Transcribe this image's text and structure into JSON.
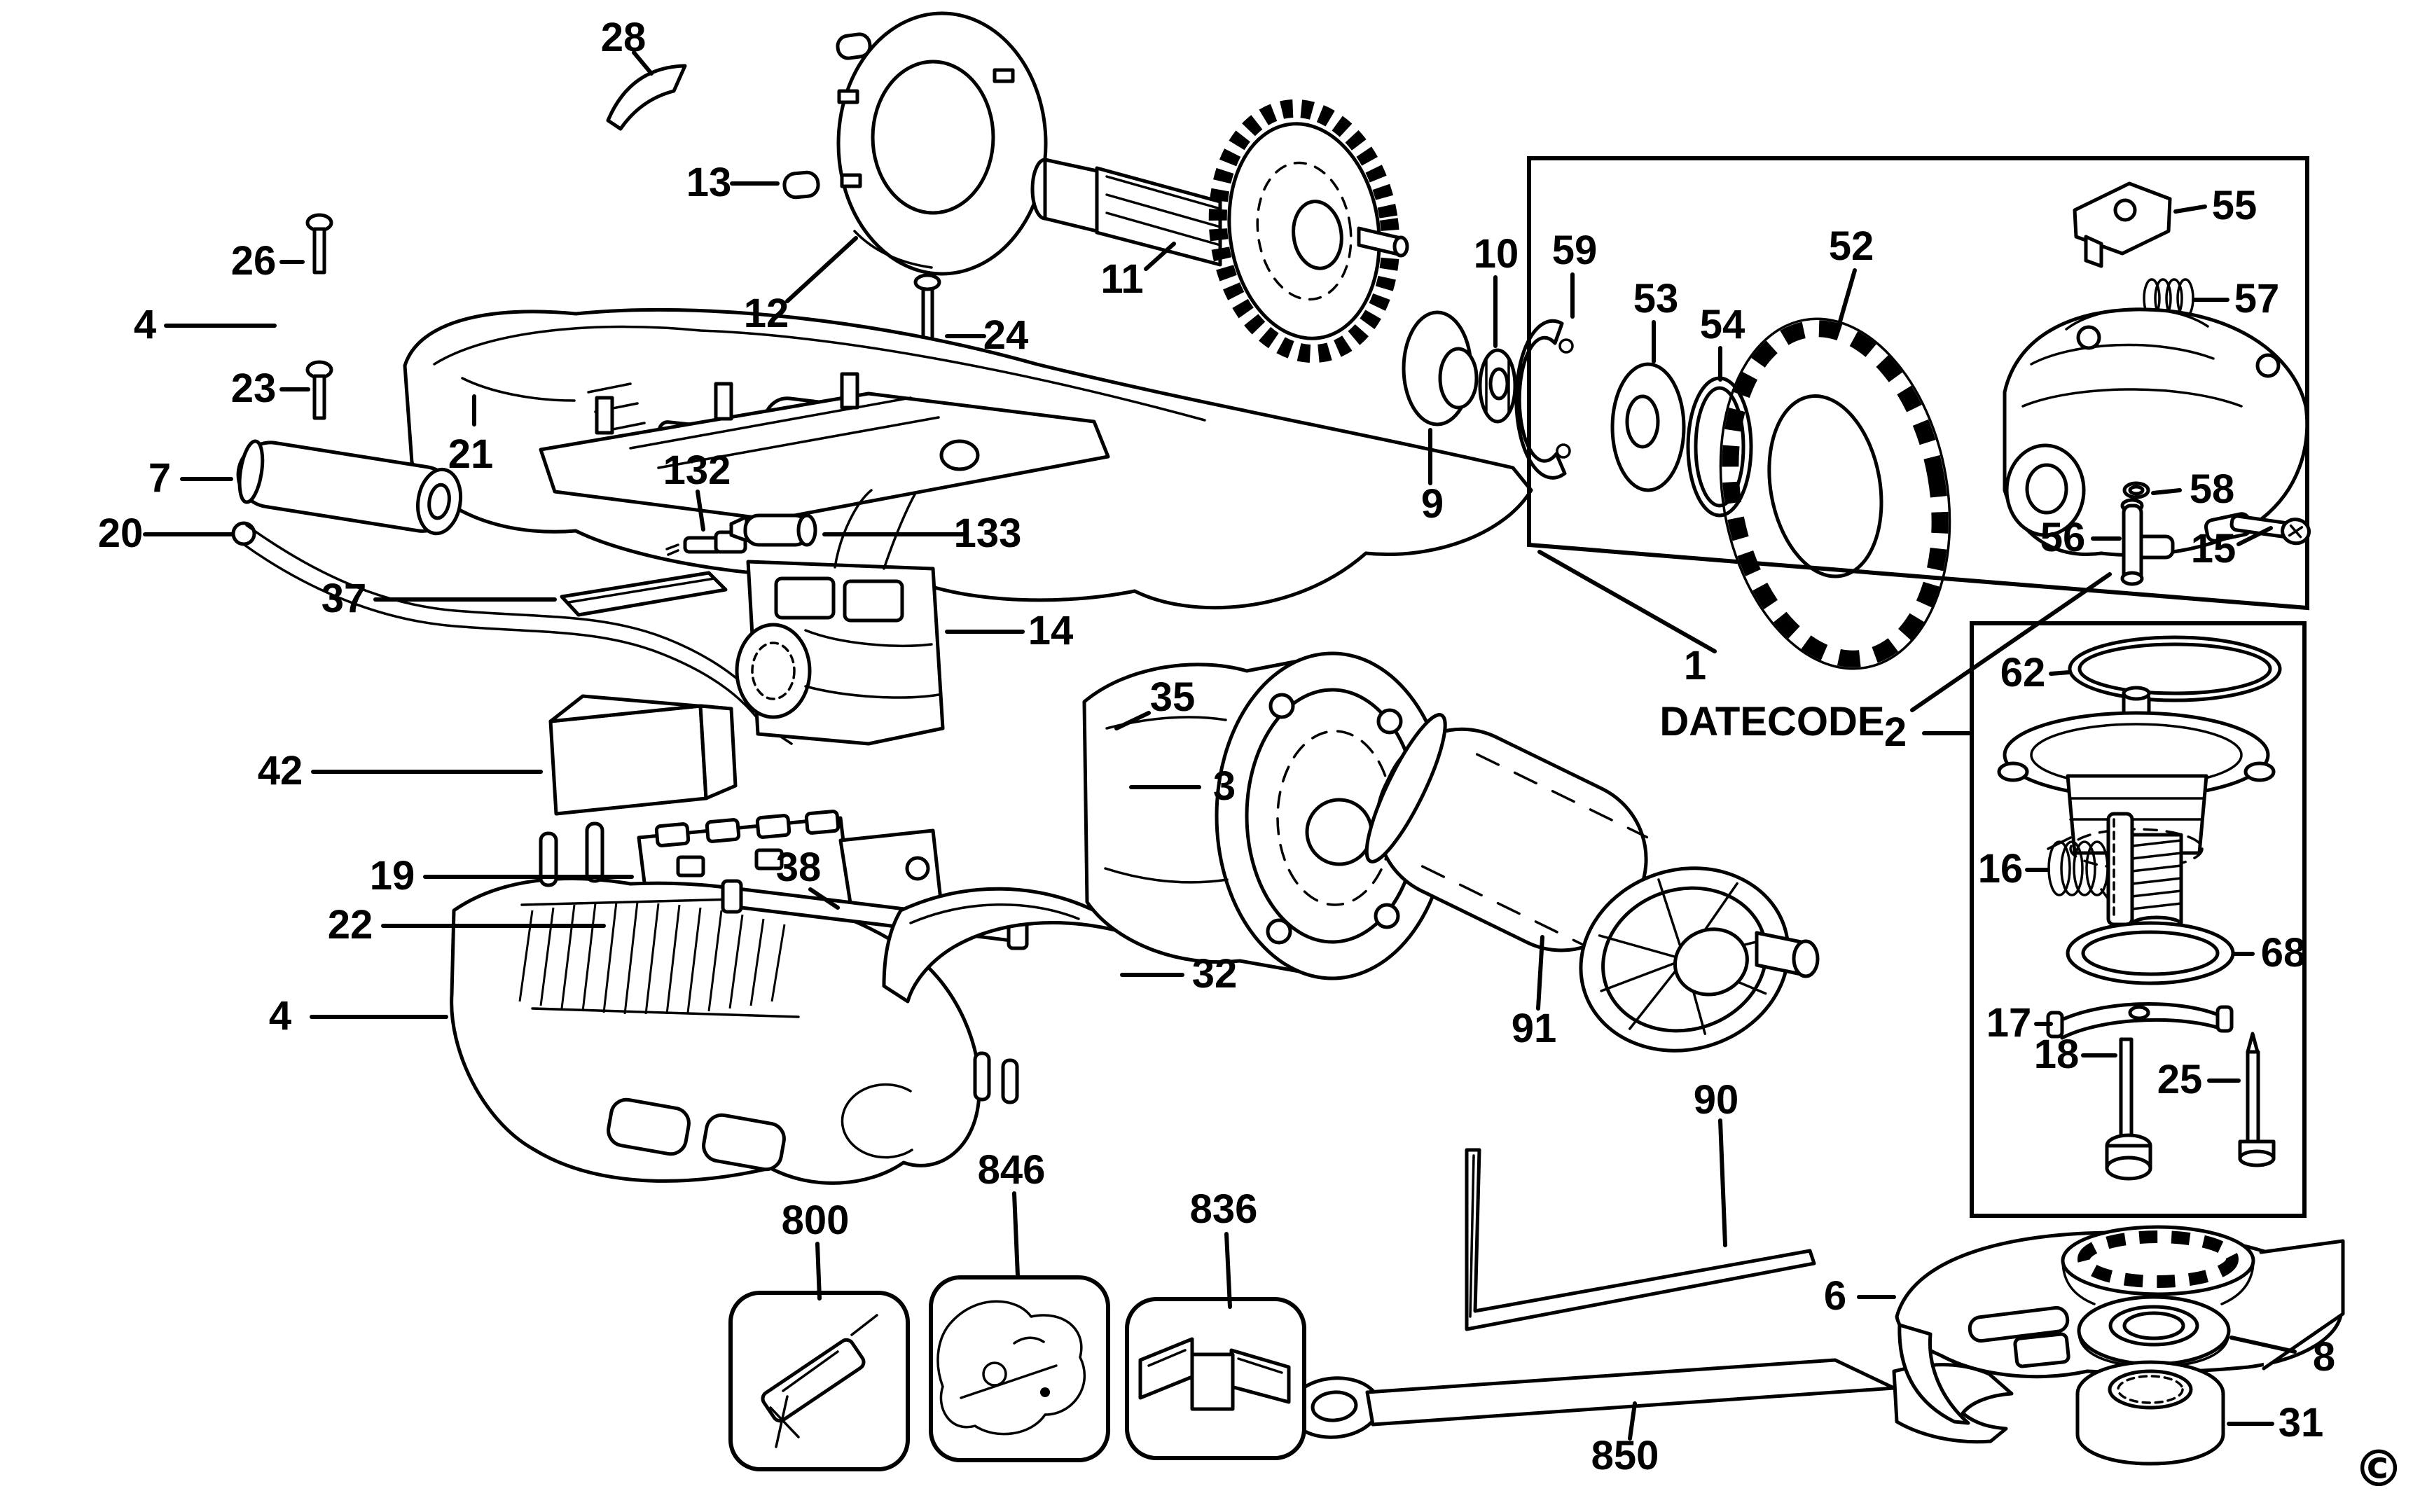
{
  "colors": {
    "ink": "#000000",
    "paper": "#ffffff"
  },
  "callouts": {
    "c28": "28",
    "c13": "13",
    "c12": "12",
    "c24": "24",
    "c11": "11",
    "c26": "26",
    "c4a": "4",
    "c23": "23",
    "c7": "7",
    "c20": "20",
    "c37": "37",
    "c42": "42",
    "c21": "21",
    "c132": "132",
    "c133": "133",
    "c14": "14",
    "c35": "35",
    "c19": "19",
    "c22": "22",
    "c4b": "4",
    "c38": "38",
    "c32": "32",
    "c3": "3",
    "c91": "91",
    "c90": "90",
    "c850": "850",
    "c9": "9",
    "c10": "10",
    "c59": "59",
    "c53": "53",
    "c54": "54",
    "c52": "52",
    "c55": "55",
    "c57": "57",
    "c58": "58",
    "c56": "56",
    "c15": "15",
    "c1": "1",
    "datecode": "DATECODE",
    "c62": "62",
    "c2": "2",
    "c16": "16",
    "c68": "68",
    "c17": "17",
    "c18": "18",
    "c25": "25",
    "c6": "6",
    "c8": "8",
    "c31": "31",
    "c800": "800",
    "c846": "846",
    "c836": "836",
    "copyright": "©"
  }
}
